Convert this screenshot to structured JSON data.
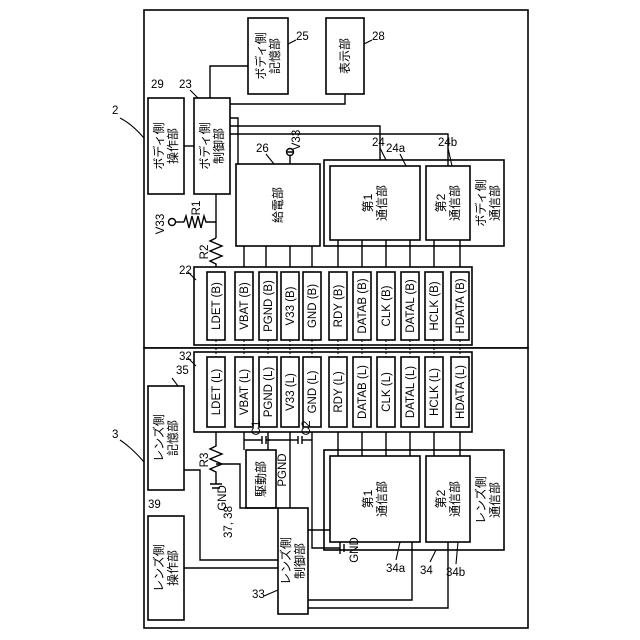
{
  "body_pins": [
    "LDET (B)",
    "VBAT (B)",
    "PGND (B)",
    "V33 (B)",
    "GND (B)",
    "RDY (B)",
    "DATAB (B)",
    "CLK (B)",
    "DATAL (B)",
    "HCLK (B)",
    "HDATA (B)"
  ],
  "lens_pins": [
    "LDET (L)",
    "VBAT (L)",
    "PGND (L)",
    "V33 (L)",
    "GND (L)",
    "RDY (L)",
    "DATAB (L)",
    "CLK (L)",
    "DATAL (L)",
    "HCLK (L)",
    "HDATA (L)"
  ],
  "blocks": {
    "body_memory": "ボディ側\n記憶部",
    "display": "表示部",
    "body_operation": "ボディ側\n操作部",
    "body_control": "ボディ側\n制御部",
    "power_supply": "給電部",
    "body_comm1": "第1\n通信部",
    "body_comm2": "第2\n通信部",
    "body_comm": "ボディ側\n通信部",
    "lens_memory": "レンズ側\n記憶部",
    "lens_operation": "レンズ側\n操作部",
    "drive": "駆動部",
    "lens_control": "レンズ側\n制御部",
    "lens_comm1": "第1\n通信部",
    "lens_comm2": "第2\n通信部",
    "lens_comm": "レンズ側\n通信部"
  },
  "refs": {
    "r2": "2",
    "r3": "3",
    "r22": "22",
    "r23": "23",
    "r24": "24",
    "r24a": "24a",
    "r24b": "24b",
    "r25": "25",
    "r26": "26",
    "r28": "28",
    "r29": "29",
    "r32": "32",
    "r33": "33",
    "r34": "34",
    "r34a": "34a",
    "r34b": "34b",
    "r35": "35",
    "r3738": "37, 38",
    "r39": "39"
  },
  "components": {
    "R1": "R1",
    "R2": "R2",
    "R3": "R3",
    "C1": "C1",
    "C2": "C2",
    "V33_top": "V33",
    "V33_left": "V33",
    "GND_r3": "GND",
    "GND_ctrl": "GND",
    "PGND": "PGND"
  }
}
